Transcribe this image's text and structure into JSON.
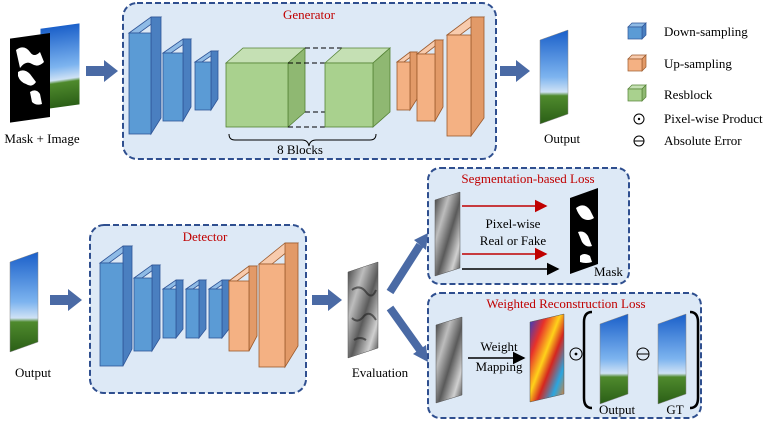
{
  "generator": {
    "title": "Generator",
    "blocks_label": "8 Blocks"
  },
  "inputs": {
    "mask_image_label": "Mask + Image",
    "output_top_label": "Output",
    "output_left_label": "Output",
    "evaluation_label": "Evaluation"
  },
  "detector": {
    "title": "Detector"
  },
  "legend": {
    "items": [
      {
        "label": "Down-sampling",
        "symbol": "blue-cube-icon"
      },
      {
        "label": "Up-sampling",
        "symbol": "orange-cube-icon"
      },
      {
        "label": "Resblock",
        "symbol": "green-cube-icon"
      },
      {
        "label": "Pixel-wise Product",
        "symbol": "odot-icon"
      },
      {
        "label": "Absolute Error",
        "symbol": "ominus-icon"
      }
    ]
  },
  "segmentation_loss": {
    "title": "Segmentation-based Loss",
    "text_line1": "Pixel-wise",
    "text_line2": "Real or Fake",
    "mask_label": "Mask"
  },
  "weighted_loss": {
    "title": "Weighted Reconstruction Loss",
    "mapping_line1": "Weight",
    "mapping_line2": "Mapping",
    "output_label": "Output",
    "gt_label": "GT"
  },
  "colors": {
    "panel_fill": "#dde9f6",
    "panel_border": "#2f4f8f",
    "title_red": "#c00000",
    "down_blue": "#5b9bd5",
    "up_orange": "#f4b183",
    "res_green": "#a9d18e",
    "arrow_blue": "#4a6aa5",
    "arrow_red": "#c00000"
  }
}
